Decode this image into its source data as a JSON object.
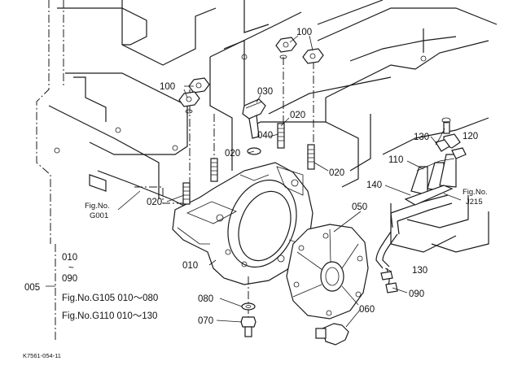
{
  "parts": {
    "p100_top": "100",
    "p100_left": "100",
    "p030": "030",
    "p020_a": "020",
    "p040": "040",
    "p020_b": "020",
    "p020_c": "020",
    "p020_d": "020",
    "p130_top": "130",
    "p120": "120",
    "p110": "110",
    "p140": "140",
    "p050": "050",
    "p010": "010",
    "p130_bot": "130",
    "p090": "090",
    "p080": "080",
    "p060": "060",
    "p070": "070"
  },
  "refs": {
    "g001_line1": "Fig.No.",
    "g001_line2": "G001",
    "j215_line1": "Fig.No.",
    "j215_line2": "J215"
  },
  "legend": {
    "group_id": "005",
    "range_start": "010",
    "range_tilde": "~",
    "range_end": "090",
    "fig1": "Fig.No.G105  010～080",
    "fig2": "Fig.No.G110  010～130"
  },
  "footer": {
    "drawing_code": "K7561-054-11"
  }
}
